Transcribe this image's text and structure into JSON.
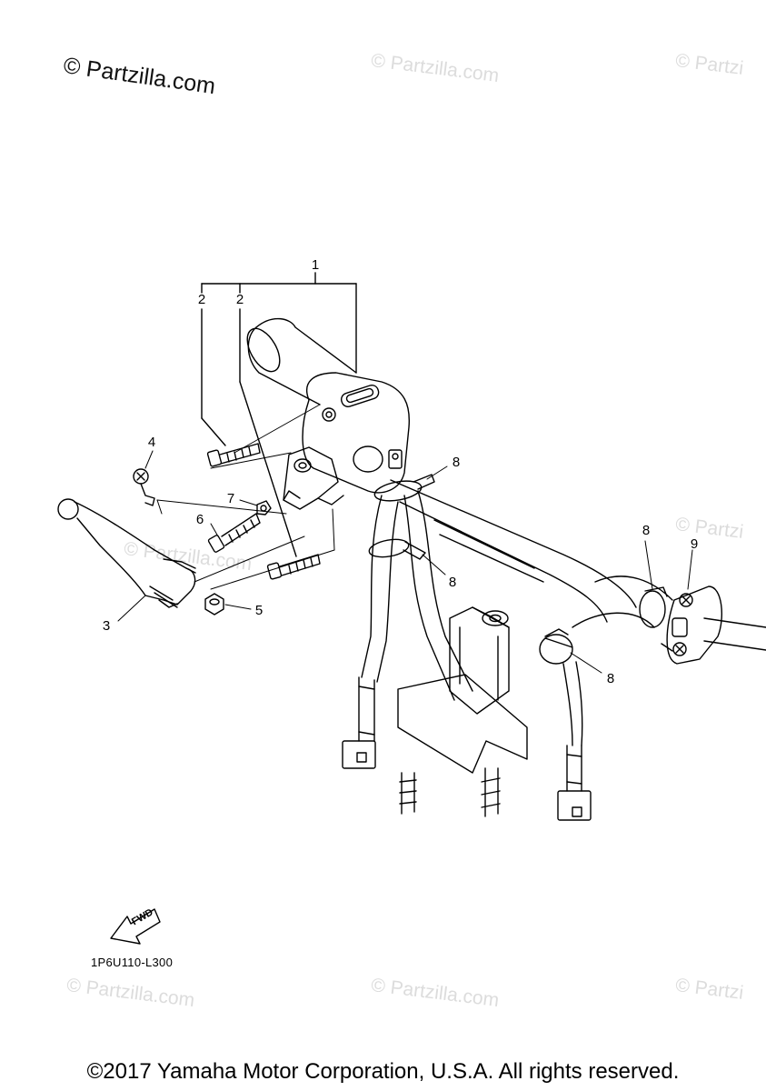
{
  "watermark": {
    "main": "© Partzilla.com",
    "repeat": "© Partzilla.com",
    "repeat_clipped": "© Partzi"
  },
  "callouts": {
    "c1": "1",
    "c2a": "2",
    "c2b": "2",
    "c3": "3",
    "c4": "4",
    "c5": "5",
    "c6": "6",
    "c7": "7",
    "c8a": "8",
    "c8b": "8",
    "c8c": "8",
    "c8d": "8",
    "c9": "9"
  },
  "fwd_label": "FWD",
  "diagram_code": "1P6U110-L300",
  "copyright": "©2017 Yamaha Motor Corporation, U.S.A. All rights reserved."
}
